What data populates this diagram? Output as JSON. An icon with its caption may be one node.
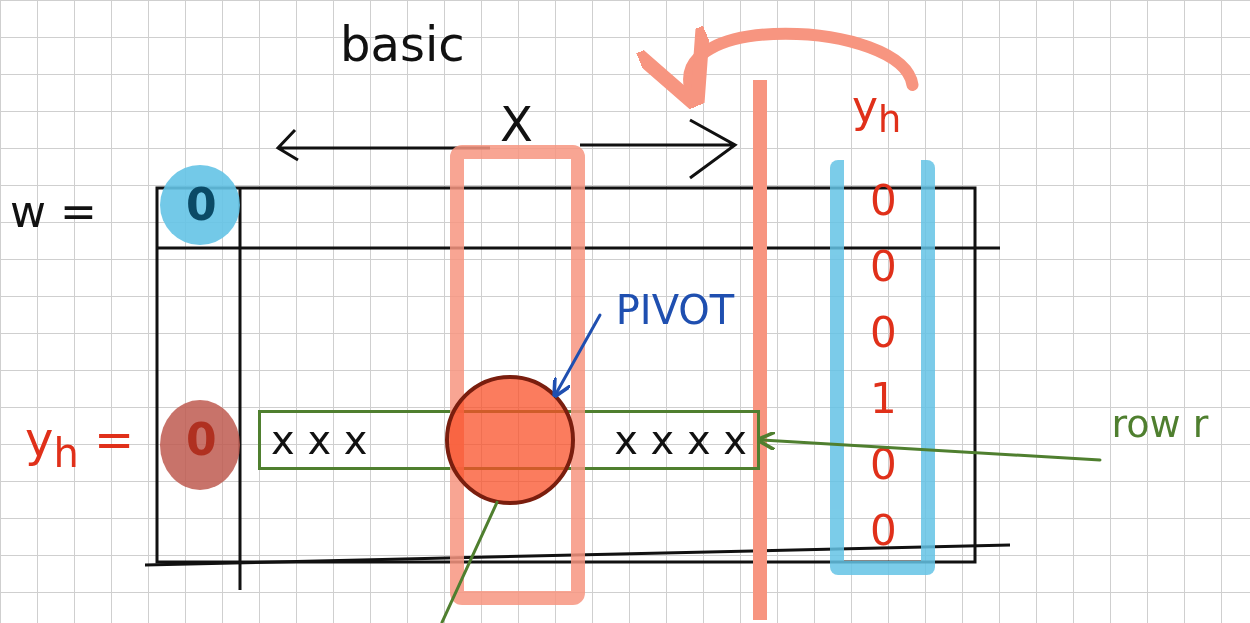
{
  "diagram": {
    "nodes": [
      {
        "text": [
          "PIVOT"
        ]
      },
      {
        "text": [],
        "shape": "circle",
        "in": 5
      },
      {
        "text": [
          "row r"
        ]
      },
      {
        "text": [
          "x x x",
          "x x x x"
        ]
      },
      {
        "text": [
          "y$_{h}$",
          "0",
          "0",
          "0",
          "1",
          "0",
          "0"
        ]
      },
      {
        "text": [],
        "shape": "box"
      },
      {
        "text": [
          "0"
        ]
      },
      {
        "text": [
          "0"
        ]
      }
    ],
    "edges": [
      {
        "from": 0,
        "to": 1,
        "arrow": "to",
        "color": "#1f4fb0"
      },
      {
        "from": 2,
        "to": 3,
        "arrow": "to",
        "color": "#4f7f2f"
      },
      {
        "from": 4,
        "to": 5,
        "arrow": "to",
        "color": "#f79580",
        "style": "thick"
      },
      {
        "from": 1,
        "to": null,
        "arrow": "none",
        "color": "#4f7f2f"
      }
    ],
    "labels": [
      "basic",
      "X",
      "w =",
      "y$_{h}$ ="
    ]
  }
}
